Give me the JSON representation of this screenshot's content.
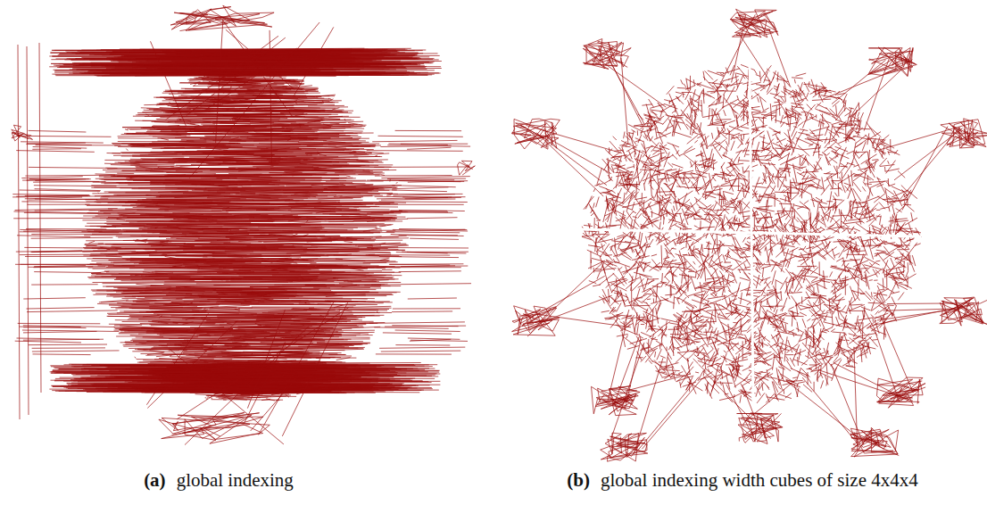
{
  "diagram": {
    "labels": [
      "(a)",
      "global indexing",
      "(b)",
      "global indexing width cubes of size 4x4x4"
    ]
  }
}
